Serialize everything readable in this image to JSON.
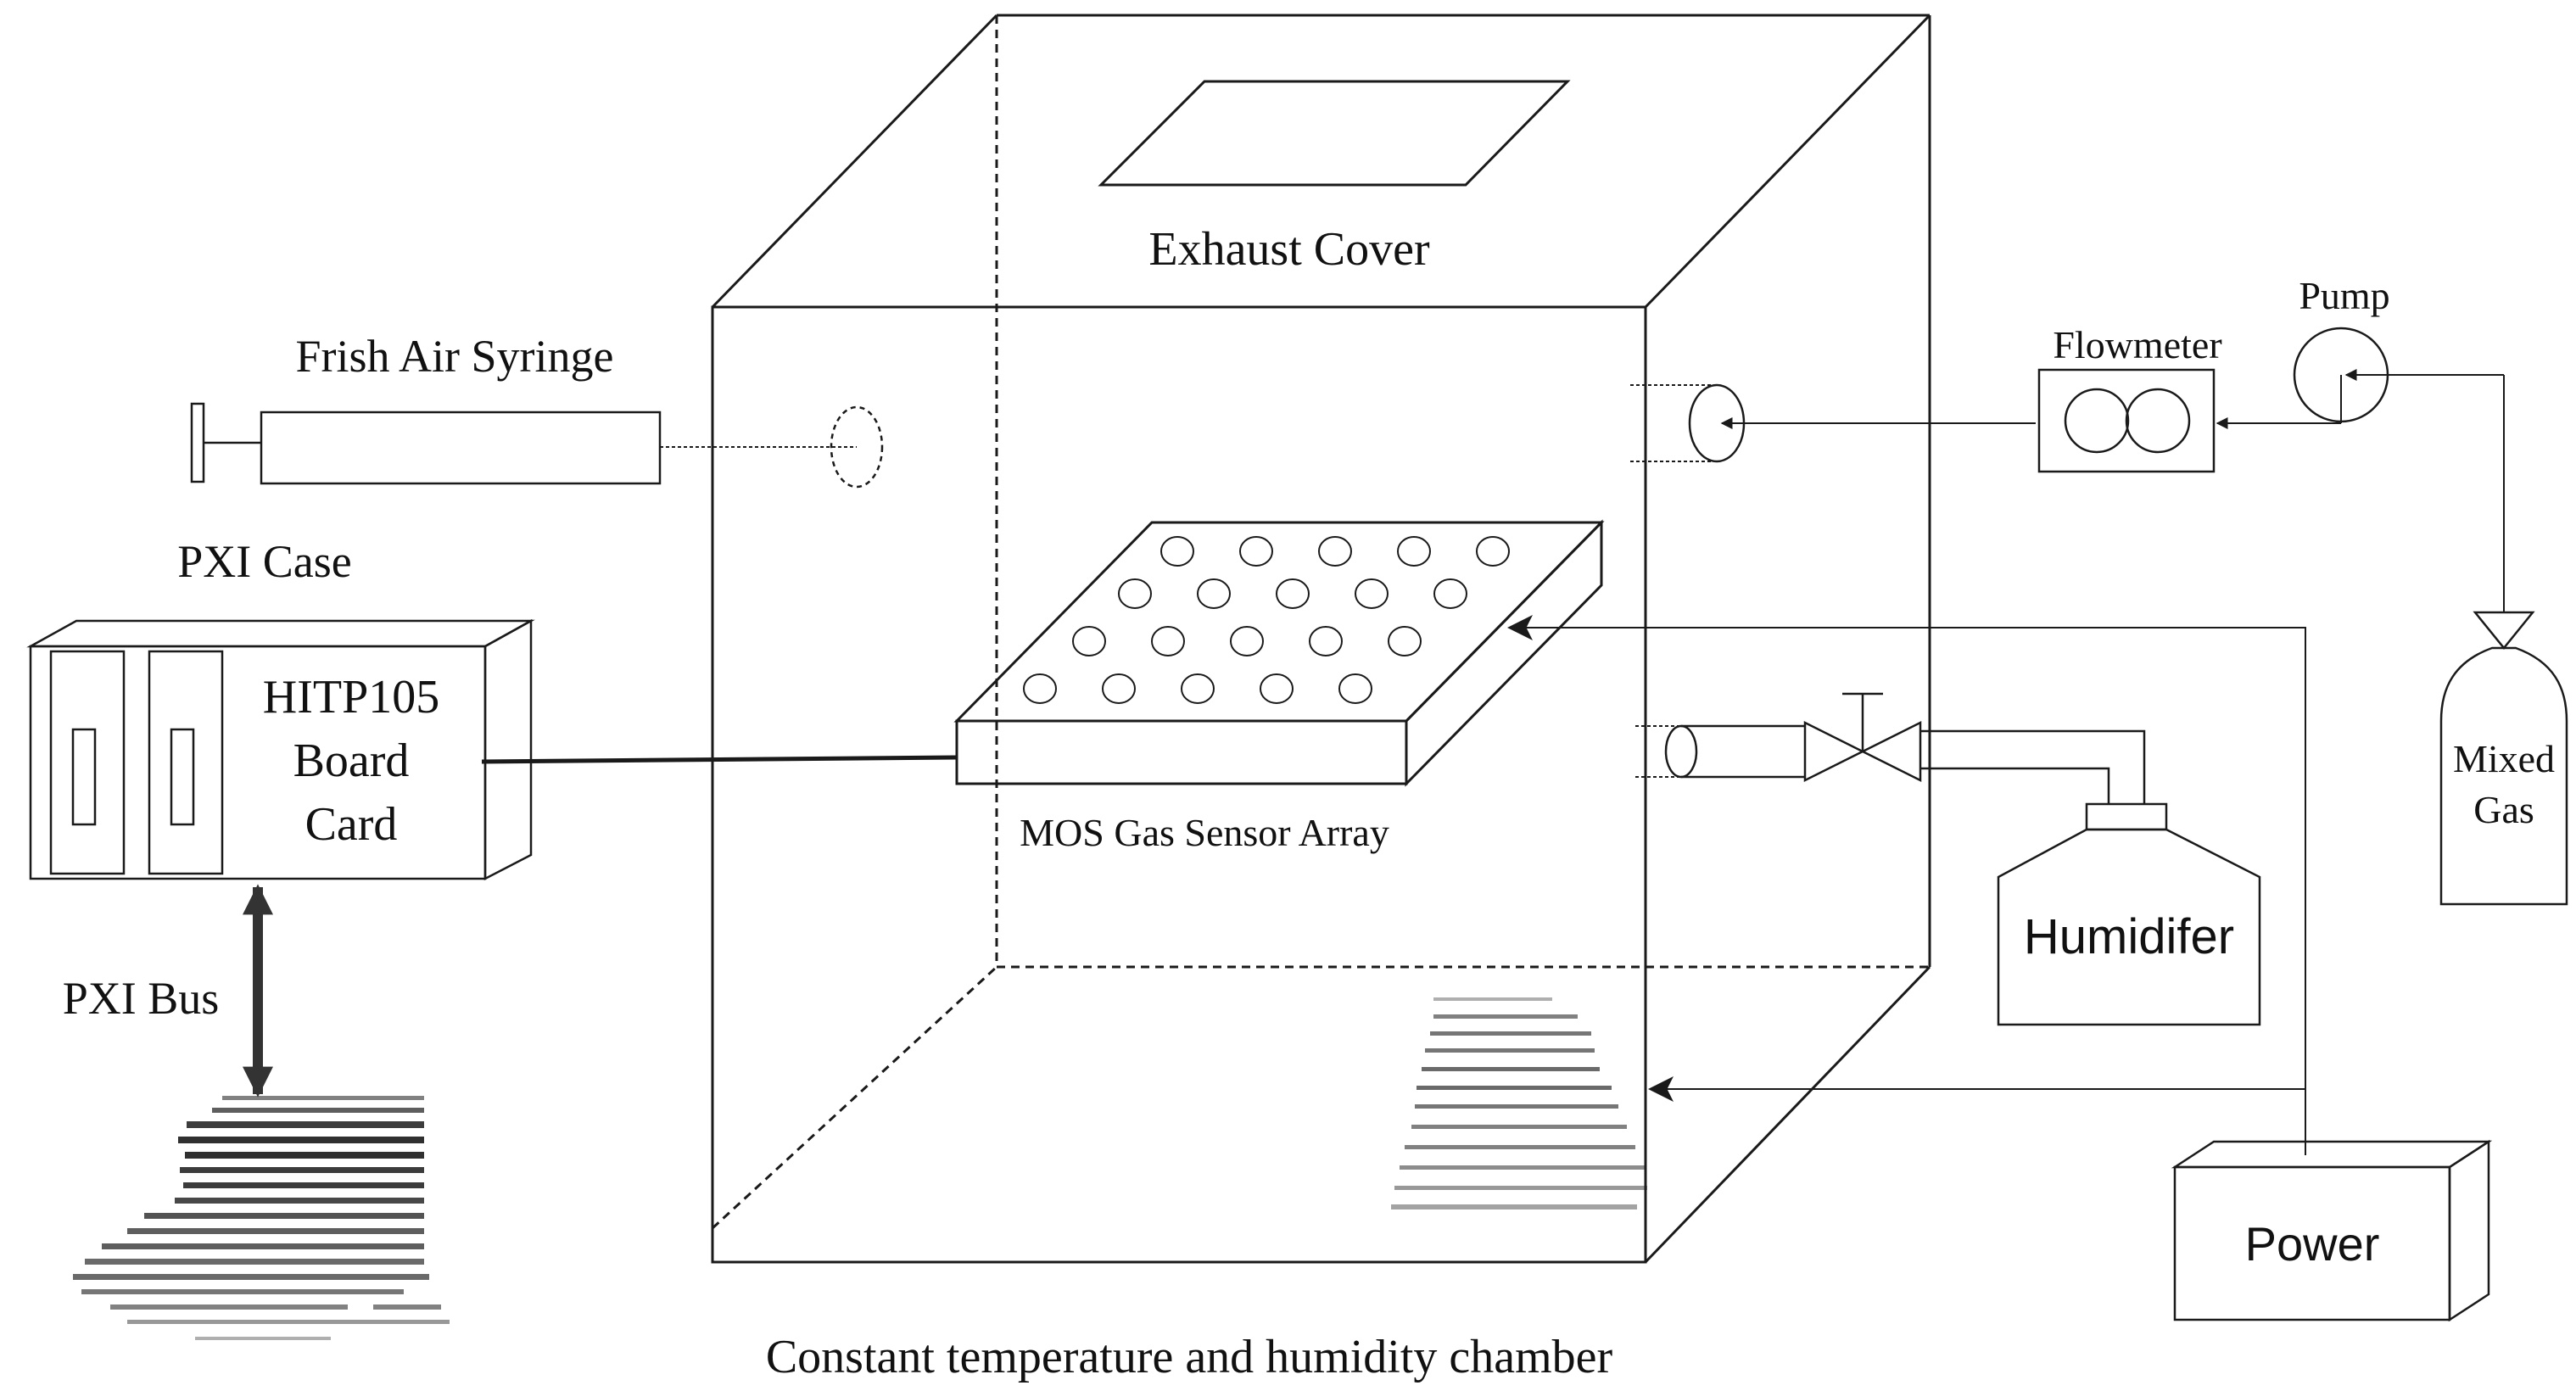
{
  "labels": {
    "exhaust_cover": "Exhaust Cover",
    "fresh_air_syringe": "Frish Air Syringe",
    "pxi_case": "PXI Case",
    "board_line1": "HITP105",
    "board_line2": "Board",
    "board_line3": "Card",
    "pxi_bus": "PXI Bus",
    "sensor_array": "MOS Gas Sensor Array",
    "flowmeter": "Flowmeter",
    "pump": "Pump",
    "mixed_line1": "Mixed",
    "mixed_line2": "Gas",
    "humidifier": "Humidifer",
    "power": "Power",
    "chamber": "Constant temperature and humidity chamber"
  },
  "colors": {
    "line": "#1a1a1a",
    "power_front": "#dde6f6",
    "power_side": "#9fb3d9",
    "case_fill": "#f4f4f4"
  }
}
